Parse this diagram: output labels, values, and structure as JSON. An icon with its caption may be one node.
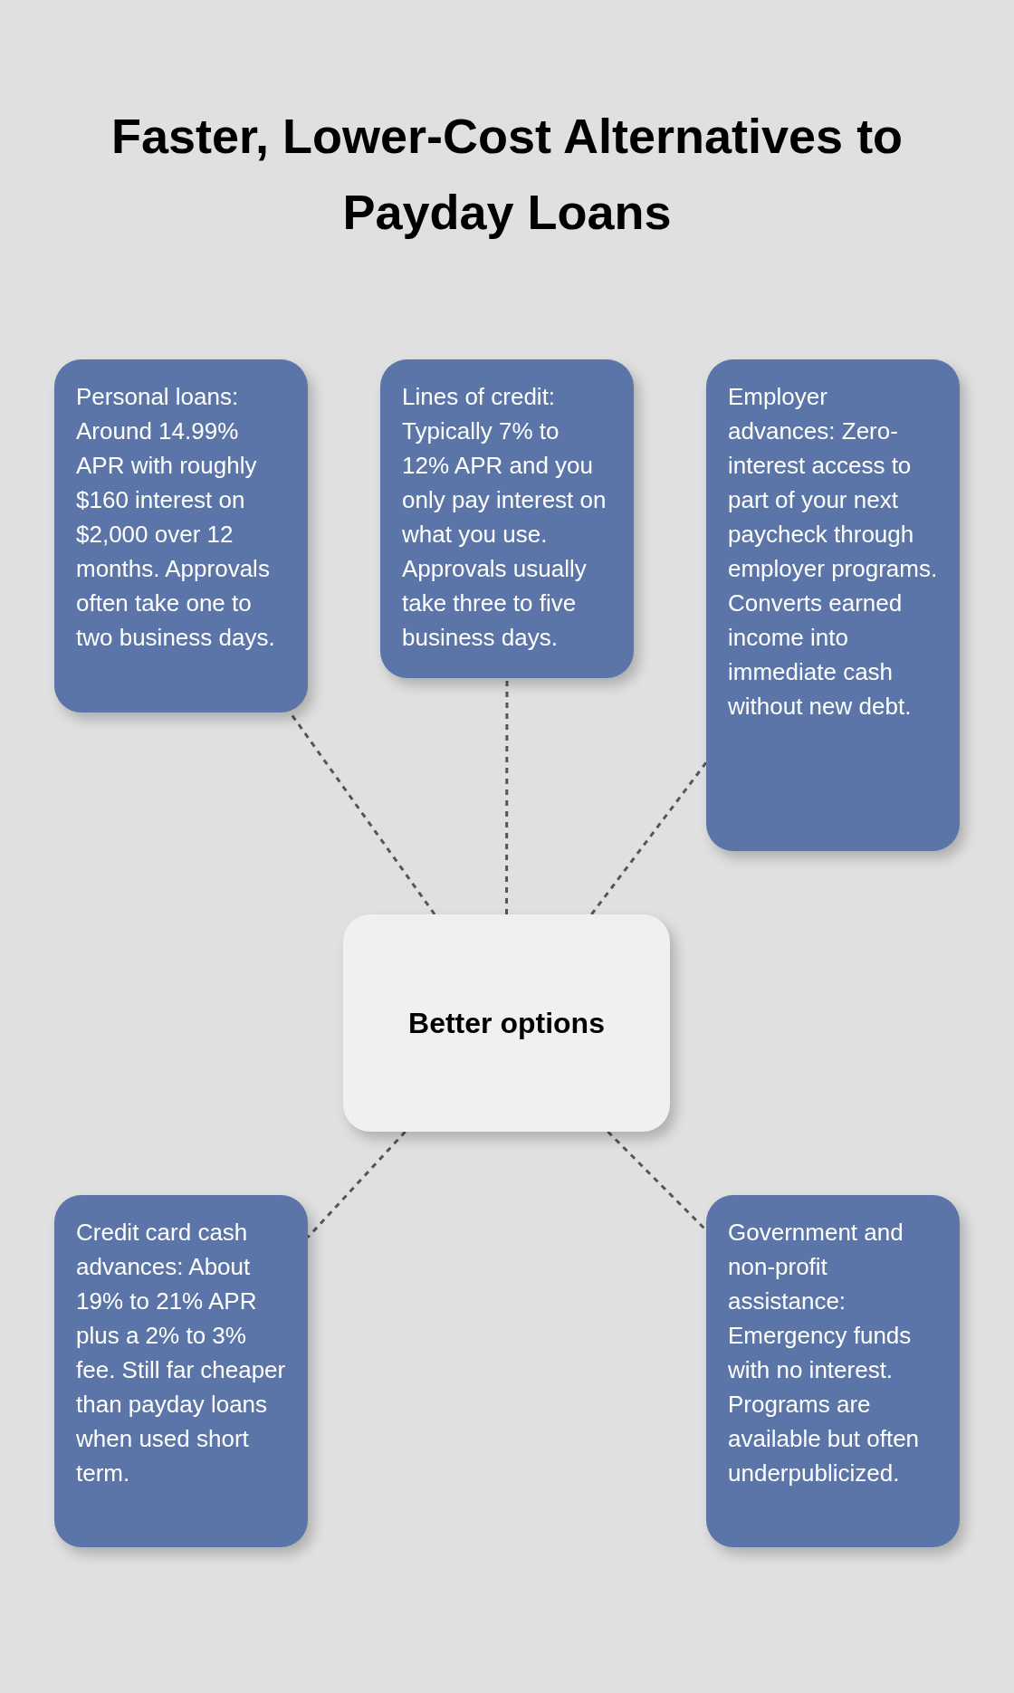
{
  "diagram": {
    "title": "Faster, Lower-Cost Alternatives to Payday Loans",
    "nodes": [
      {
        "text": [
          "Personal loans: Around 14.99% APR with roughly $160 interest on $2,000 over 12 months. Approvals often take one to two business days."
        ]
      },
      {
        "text": [
          "Lines of credit: Typically 7% to 12% APR and you only pay interest on what you use. Approvals usually take three to five business days."
        ]
      },
      {
        "text": [
          "Employer advances: Zero-interest access to part of your next paycheck through employer programs. Converts earned income into immediate cash without new debt."
        ]
      },
      {
        "text": [
          "Better options"
        ]
      },
      {
        "text": [
          "Credit card cash advances: About 19% to 21% APR plus a 2% to 3% fee. Still far cheaper than payday loans when used short term."
        ]
      },
      {
        "text": [
          "Government and non-profit assistance: Emergency funds with no interest. Programs are available but often underpublicized."
        ]
      }
    ],
    "edges": [
      {
        "from": 3,
        "to": 0,
        "arrow": "none",
        "style": "dashed"
      },
      {
        "from": 3,
        "to": 1,
        "arrow": "none",
        "style": "dashed"
      },
      {
        "from": 3,
        "to": 2,
        "arrow": "none",
        "style": "dashed"
      },
      {
        "from": 3,
        "to": 4,
        "arrow": "none",
        "style": "dashed"
      },
      {
        "from": 3,
        "to": 5,
        "arrow": "none",
        "style": "dashed"
      }
    ]
  }
}
